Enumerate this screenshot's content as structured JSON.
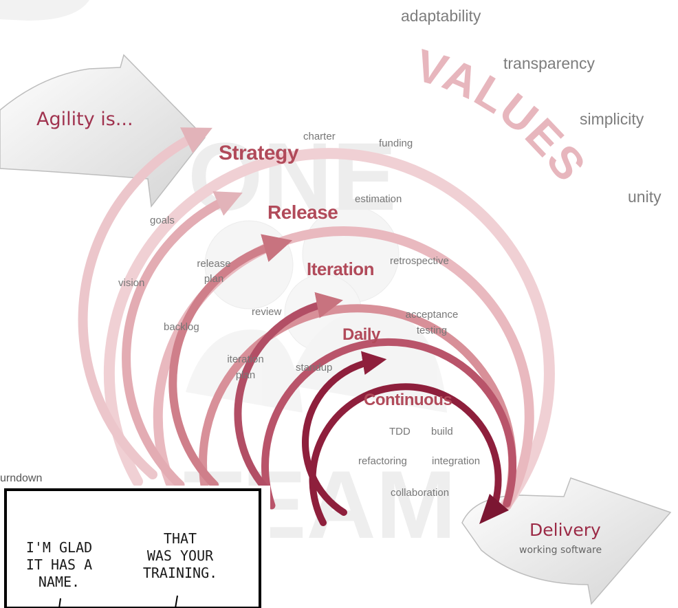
{
  "values": {
    "banner": "VALUES",
    "items": [
      "adaptability",
      "transparency",
      "simplicity",
      "unity"
    ]
  },
  "arrows": {
    "intro": "Agility is...",
    "delivery_title": "Delivery",
    "delivery_subtitle": "working software"
  },
  "team_words": {
    "top": "ONE",
    "bottom": "TEAM"
  },
  "cycles": {
    "strategy": {
      "title": "Strategy",
      "items": [
        "charter",
        "funding",
        "goals",
        "vision"
      ]
    },
    "release": {
      "title": "Release",
      "items": [
        "estimation",
        "release",
        "plan",
        "backlog"
      ]
    },
    "iteration": {
      "title": "Iteration",
      "items": [
        "retrospective",
        "review",
        "iteration",
        "plan"
      ]
    },
    "daily": {
      "title": "Daily",
      "items": [
        "acceptance",
        "testing",
        "standup"
      ]
    },
    "continuous": {
      "title": "Continuous",
      "items": [
        "TDD",
        "build",
        "refactoring",
        "integration",
        "collaboration"
      ]
    }
  },
  "partial_text": "urndown",
  "comic": {
    "left_lines": [
      "I'M GLAD",
      "IT HAS A",
      "NAME."
    ],
    "right_lines": [
      "THAT",
      "WAS YOUR",
      "TRAINING."
    ]
  },
  "colors": {
    "ring_outer": "#ecc6cb",
    "ring_mid": "#dc9ba3",
    "ring_inner": "#8e1f3c",
    "title_red": "#b14a5a",
    "gray_text": "#777777"
  }
}
